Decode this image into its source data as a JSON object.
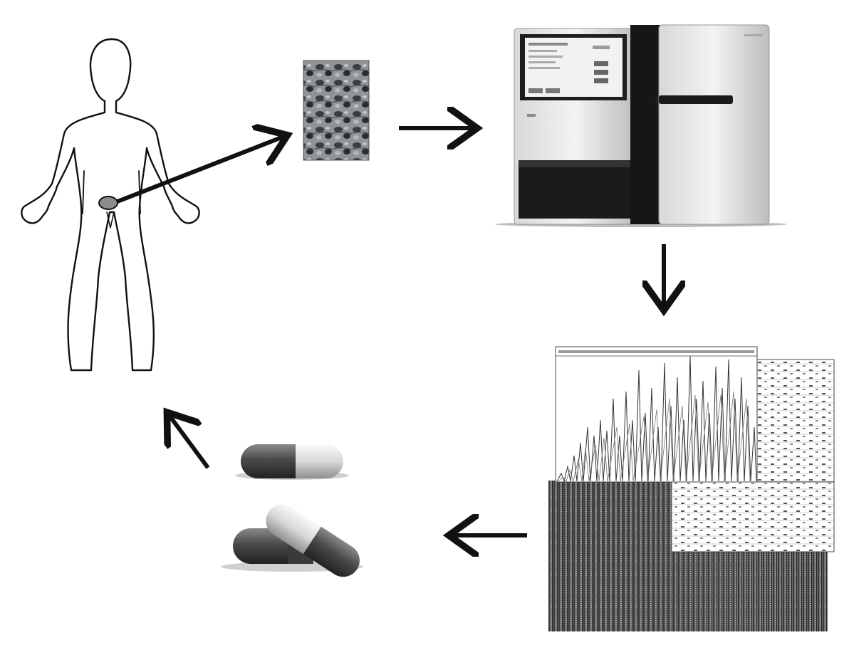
{
  "diagram": {
    "type": "cycle",
    "steps": [
      {
        "id": "patient",
        "icon": "human-outline-icon"
      },
      {
        "id": "tumor-biopsy",
        "icon": "tissue-micrograph-icon"
      },
      {
        "id": "sequencer",
        "icon": "sequencing-machine-icon"
      },
      {
        "id": "sequence-data",
        "icon": "chromatogram-heatmap-icon"
      },
      {
        "id": "targeted-drugs",
        "icon": "capsule-pills-icon"
      }
    ],
    "connections": [
      {
        "from": "patient",
        "to": "tumor-biopsy"
      },
      {
        "from": "tumor-biopsy",
        "to": "sequencer"
      },
      {
        "from": "sequencer",
        "to": "sequence-data"
      },
      {
        "from": "sequence-data",
        "to": "targeted-drugs"
      },
      {
        "from": "targeted-drugs",
        "to": "patient"
      }
    ],
    "colors": {
      "line": "#111111",
      "biopsy_spot": "#8c8c8c",
      "screen": "#f2f2f2",
      "capsule_dark": "#4a4a4a",
      "capsule_light": "#e0e0e0"
    }
  }
}
